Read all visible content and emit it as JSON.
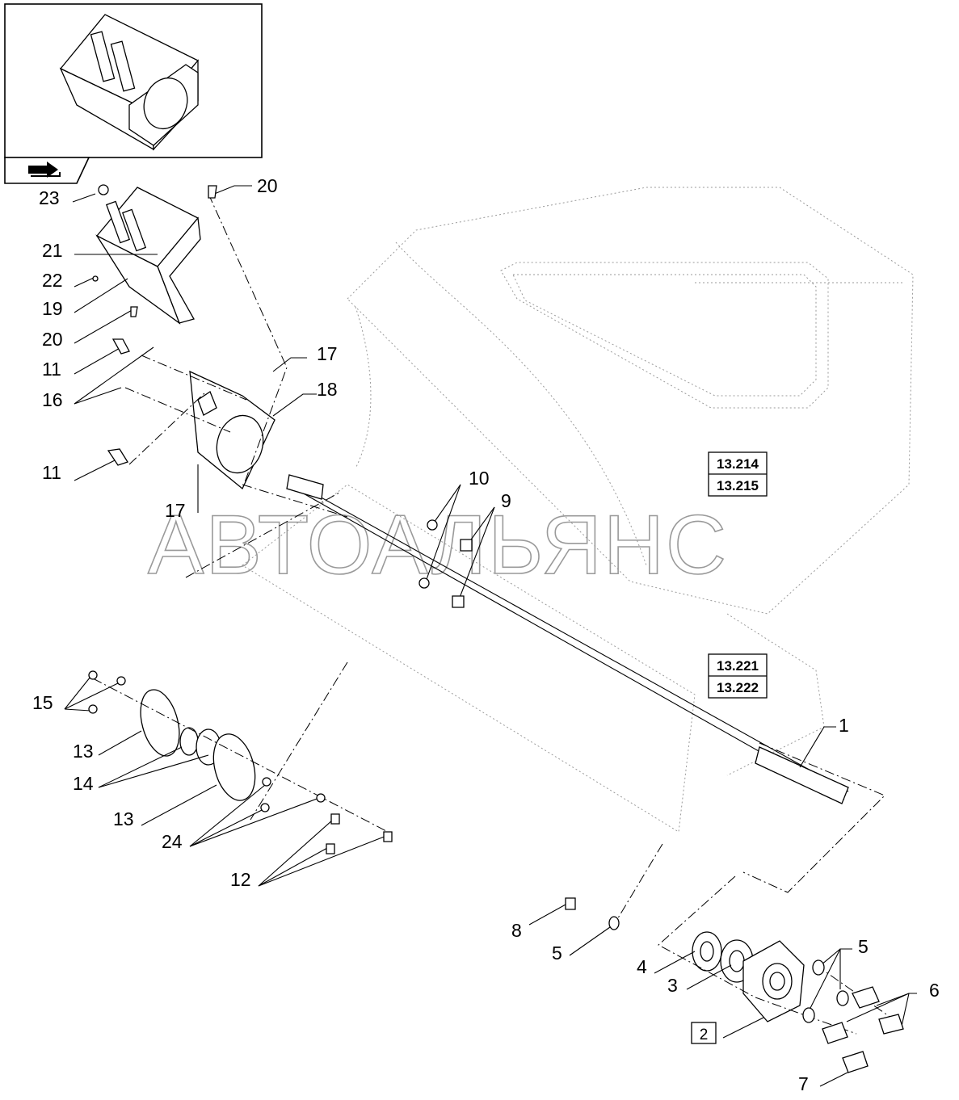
{
  "watermark": "АВТОАЛЬЯНС",
  "reference_boxes": [
    {
      "top": "13.214",
      "bottom": "13.215"
    },
    {
      "top": "13.221",
      "bottom": "13.222"
    }
  ],
  "callouts": {
    "c1": "1",
    "c2": "2",
    "c3": "3",
    "c4": "4",
    "c5a": "5",
    "c5b": "5",
    "c6": "6",
    "c7": "7",
    "c8": "8",
    "c9": "9",
    "c10": "10",
    "c11a": "11",
    "c11b": "11",
    "c12": "12",
    "c13a": "13",
    "c13b": "13",
    "c14": "14",
    "c15": "15",
    "c16": "16",
    "c17a": "17",
    "c17b": "17",
    "c18": "18",
    "c19": "19",
    "c20a": "20",
    "c20b": "20",
    "c21": "21",
    "c22": "22",
    "c23": "23",
    "c24": "24"
  },
  "icons": {
    "overview_inset": "component-overview-thumbnail",
    "nav": "next-page-arrow-icon"
  }
}
